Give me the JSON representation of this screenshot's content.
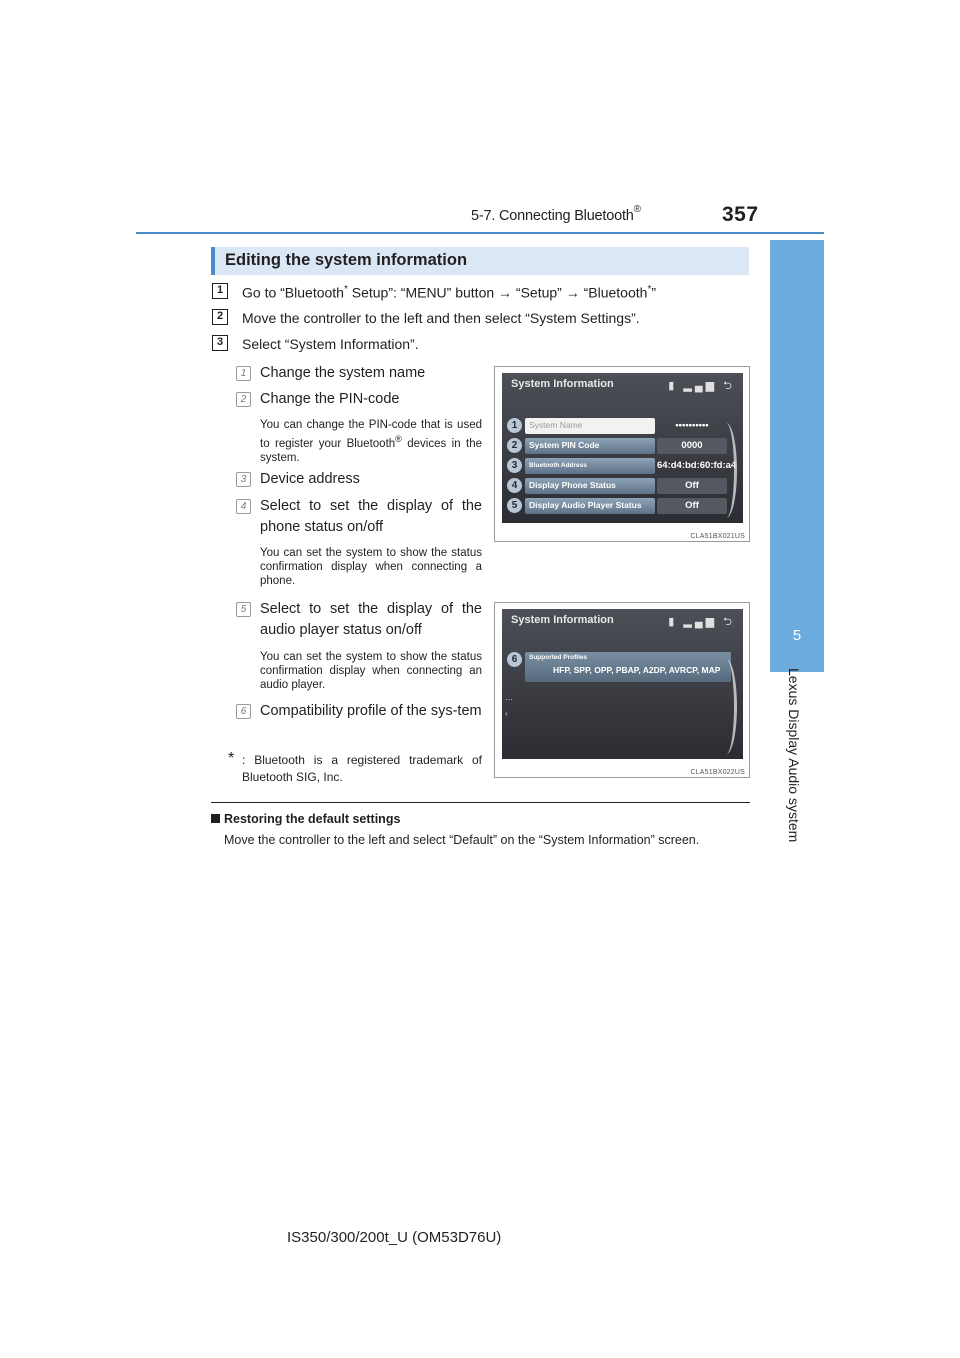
{
  "header": {
    "section_title": "5-7. Connecting Bluetooth",
    "section_mark": "®",
    "page_number": "357"
  },
  "side_tab": {
    "chapter_number": "5",
    "chapter_title": "Lexus Display Audio system"
  },
  "section": {
    "title": "Editing the system information",
    "steps": [
      {
        "num": "1",
        "text_a": "Go to “Bluetooth",
        "star_a": "*",
        "text_b": " Setup”: “MENU” button → “Setup” → “Bluetooth",
        "star_b": "*",
        "text_c": "”"
      },
      {
        "num": "2",
        "text": "Move the controller to the left and then select “System Settings”."
      },
      {
        "num": "3",
        "text": "Select “System Information”."
      }
    ],
    "items": [
      {
        "num": "1",
        "title": "Change the system name"
      },
      {
        "num": "2",
        "title": "Change the PIN-code",
        "desc": "You can change the PIN-code that is used to register your Bluetooth",
        "desc_mark": "®",
        "desc_end": " devices in the system."
      },
      {
        "num": "3",
        "title": "Device address"
      },
      {
        "num": "4",
        "title": "Select to set the display of the phone status on/off",
        "desc": "You can set the system to show the status confirmation display when connecting a phone."
      },
      {
        "num": "5",
        "title": "Select to set the display of the audio player status on/off",
        "desc": "You can set the system to show the status confirmation display when connecting an audio player."
      },
      {
        "num": "6",
        "title": "Compatibility profile of the sys-tem"
      }
    ],
    "footnote_star": "*",
    "footnote": ": Bluetooth is a registered trademark of Bluetooth SIG, Inc."
  },
  "screen1": {
    "title": "System Information",
    "icons": "▮ ▂▄▆ ⮌",
    "rows": [
      {
        "num": "1",
        "label": "System Name",
        "value": "••••••••••"
      },
      {
        "num": "2",
        "label": "System PIN Code",
        "value": "0000"
      },
      {
        "num": "3",
        "label": "Bluetooth Address",
        "value": "64:d4:bd:60:fd:a4"
      },
      {
        "num": "4",
        "label": "Display Phone Status",
        "value": "Off"
      },
      {
        "num": "5",
        "label": "Display Audio Player Status",
        "value": "Off"
      }
    ],
    "code": "CLA51BX021US"
  },
  "screen2": {
    "title": "System Information",
    "icons": "▮ ▂▄▆ ⮌",
    "row_num": "6",
    "profile_title": "Supported Profiles",
    "profiles": "HFP, SPP, OPP, PBAP, A2DP, AVRCP, MAP",
    "code": "CLA51BX022US"
  },
  "note": {
    "heading": "Restoring the default settings",
    "body": "Move the controller to the left and select “Default” on the “System Information” screen."
  },
  "footer": {
    "model": "IS350/300/200t_U (OM53D76U)"
  },
  "colors": {
    "accent": "#4a8cc7",
    "tab": "#6cabdd",
    "section_bg": "#dbe7f4"
  }
}
